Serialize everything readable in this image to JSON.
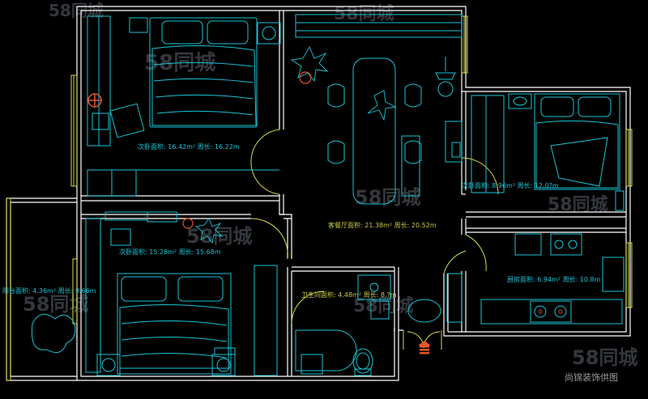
{
  "colors": {
    "background": "#000000",
    "wall": "#ffffff",
    "furniture": "#19c4d6",
    "window": "#d8d84a",
    "marker": "#e4572e",
    "watermark": "#3a3d44"
  },
  "rooms": {
    "master_bedroom": "次卧面积: 16.42m² 周长: 16.22m",
    "second_bedroom": "次卧面积: 15.28m² 周长: 15.68m",
    "living_dining": "客餐厅面积: 21.38m² 周长: 20.52m",
    "small_bedroom": "次卧面积: 8.96m² 周长: 12.0?m",
    "kitchen": "厨房面积: 6.94m² 周长: 10.8m",
    "bathroom": "卫生间面积: 4.48m² 周长: 8.?m",
    "balcony": "阳台面积: 4.36m² 周长: 9.66m"
  },
  "watermark": {
    "number": "58",
    "text": "同城"
  },
  "caption": "尚锦装饰供图",
  "icons": [
    "entrance-marker-icon",
    "target-marker-icon",
    "plant-icon",
    "toilet-icon",
    "stove-icon",
    "sink-icon"
  ]
}
